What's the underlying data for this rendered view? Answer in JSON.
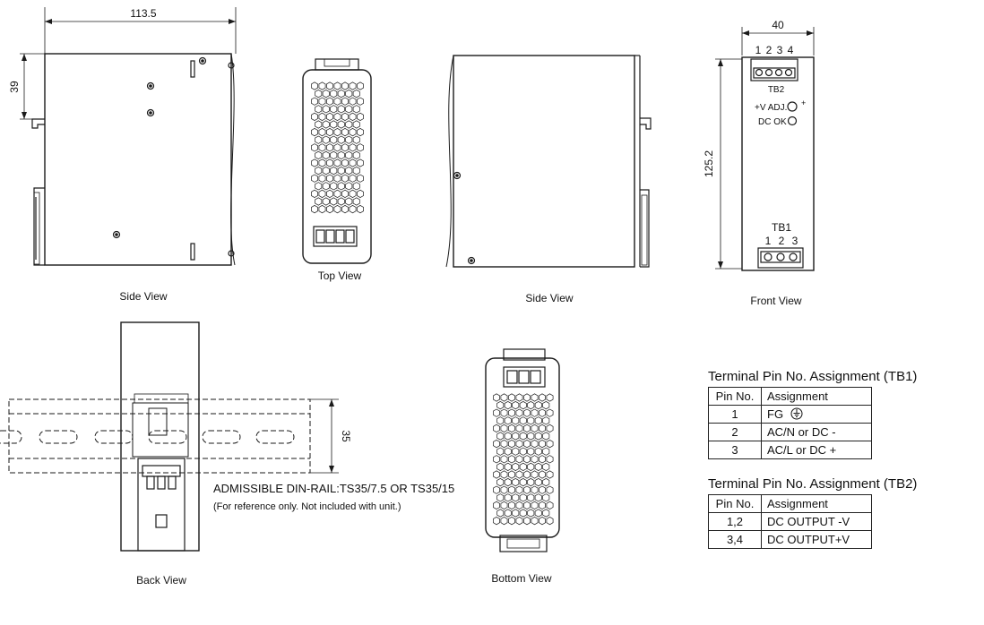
{
  "dimensions": {
    "side_width": "113.5",
    "side_height": "39",
    "front_width": "40",
    "front_height": "125.2",
    "rail_height": "35"
  },
  "views": {
    "side_view_left": "Side View",
    "top_view": "Top View",
    "side_view_right": "Side View",
    "front_view": "Front View",
    "back_view": "Back View",
    "bottom_view": "Bottom View"
  },
  "front_panel": {
    "tb2_pins": [
      "1",
      "2",
      "3",
      "4"
    ],
    "tb2_label": "TB2",
    "vadj_label": "+V ADJ.",
    "vadj_plus": "+",
    "dcok_label": "DC OK",
    "tb1_label": "TB1",
    "tb1_pins": [
      "1",
      "2",
      "3"
    ]
  },
  "din_rail": {
    "admissible": "ADMISSIBLE DIN-RAIL:TS35/7.5 OR TS35/15",
    "note": "(For reference only. Not included with unit.)"
  },
  "tb1_table": {
    "title": "Terminal Pin No.  Assignment (TB1)",
    "headers": [
      "Pin No.",
      "Assignment"
    ],
    "rows": [
      {
        "pin": "1",
        "assignment": "FG"
      },
      {
        "pin": "2",
        "assignment": "AC/N or DC -"
      },
      {
        "pin": "3",
        "assignment": "AC/L or DC +"
      }
    ],
    "ground_icon": "ground-icon"
  },
  "tb2_table": {
    "title": "Terminal Pin No.  Assignment (TB2)",
    "headers": [
      "Pin No.",
      "Assignment"
    ],
    "rows": [
      {
        "pin": "1,2",
        "assignment": "DC OUTPUT -V"
      },
      {
        "pin": "3,4",
        "assignment": "DC OUTPUT+V"
      }
    ]
  }
}
